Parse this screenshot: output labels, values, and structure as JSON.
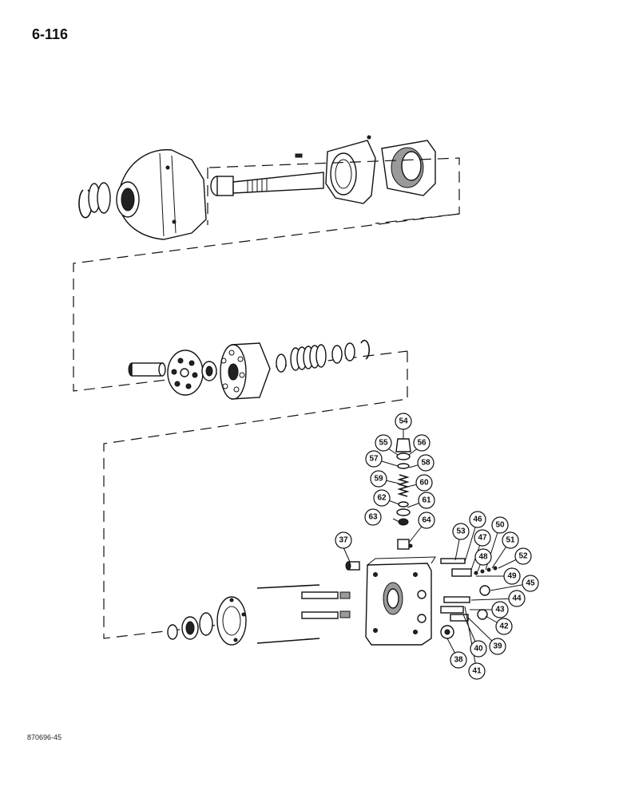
{
  "page": {
    "number": "6-116",
    "drawing_code": "870696-45"
  },
  "callouts": [
    "37",
    "38",
    "39",
    "40",
    "41",
    "42",
    "43",
    "44",
    "45",
    "46",
    "47",
    "48",
    "49",
    "50",
    "51",
    "52",
    "53",
    "54",
    "55",
    "56",
    "57",
    "58",
    "59",
    "60",
    "61",
    "62",
    "63",
    "64"
  ]
}
